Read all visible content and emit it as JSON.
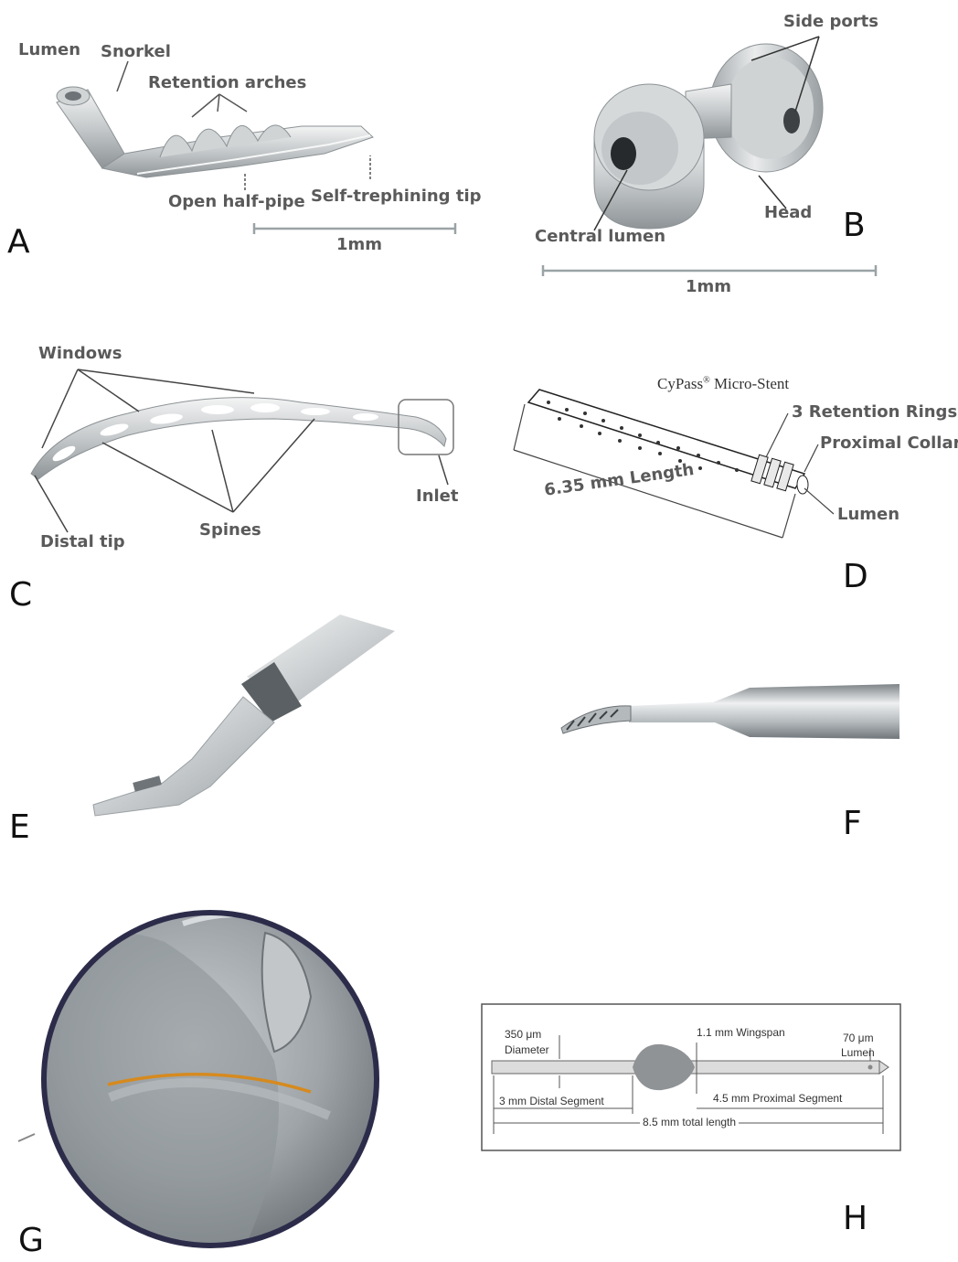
{
  "panels": {
    "A": {
      "letter": "A",
      "labels": {
        "lumen": "Lumen",
        "snorkel": "Snorkel",
        "retention_arches": "Retention arches",
        "open_half_pipe": "Open half-pipe",
        "self_trephining_tip": "Self-trephining tip"
      },
      "scale": "1mm"
    },
    "B": {
      "letter": "B",
      "labels": {
        "side_ports": "Side ports",
        "central_lumen": "Central lumen",
        "head": "Head"
      },
      "scale": "1mm"
    },
    "C": {
      "letter": "C",
      "labels": {
        "windows": "Windows",
        "distal_tip": "Distal tip",
        "spines": "Spines",
        "inlet": "Inlet"
      }
    },
    "D": {
      "letter": "D",
      "labels": {
        "title_main": "CyPass",
        "title_sup": "®",
        "title_rest": " Micro-Stent",
        "retention_rings": "3 Retention Rings",
        "proximal_collar": "Proximal Collar",
        "length": "6.35 mm Length",
        "lumen": "Lumen"
      }
    },
    "E": {
      "letter": "E"
    },
    "F": {
      "letter": "F"
    },
    "G": {
      "letter": "G"
    },
    "H": {
      "letter": "H",
      "labels": {
        "diameter_value": "350 μm",
        "diameter": "Diameter",
        "wingspan": "1.1 mm Wingspan",
        "lumen_value": "70 μm",
        "lumen": "Lumen",
        "distal_segment": "3 mm Distal Segment",
        "proximal_segment": "4.5 mm Proximal Segment",
        "total_length": "8.5 mm total length"
      }
    }
  },
  "colors": {
    "metal_light": "#e6e8e8",
    "metal_mid": "#b9bdbf",
    "metal_dark": "#8b9194",
    "coin": "#9ea3a6",
    "coin_ring": "#2c2c4a",
    "stent_orange": "#d68a1e",
    "scale_bar": "#9aa3a6"
  }
}
